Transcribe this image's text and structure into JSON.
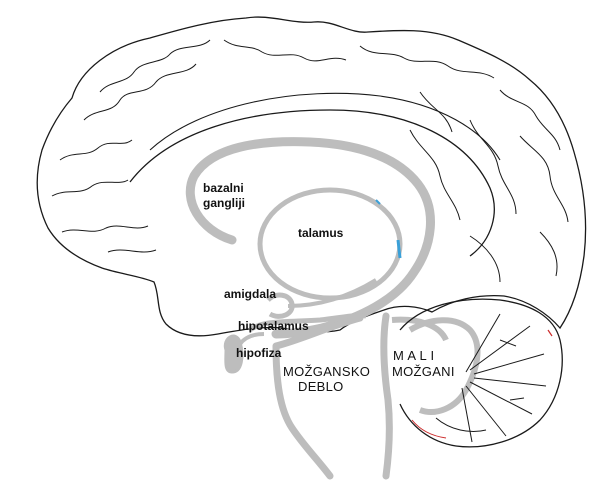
{
  "labels": {
    "bazalni": "bazalni",
    "gangliji": "gangliji",
    "talamus": "talamus",
    "amigdala": "amigdala",
    "hipotalamus": "hipotalamus",
    "hipofiza": "hipofiza",
    "mozgansko": "MOŽGANSKO",
    "deblo": "DEBLO",
    "mali": "M A L I",
    "mozgani": "MOŽGANI"
  },
  "colors": {
    "outline": "#1a1a1a",
    "structure_fill": "#bdbdbd",
    "accent_red": "#cc2b2b",
    "accent_blue": "#3aa0d8"
  }
}
